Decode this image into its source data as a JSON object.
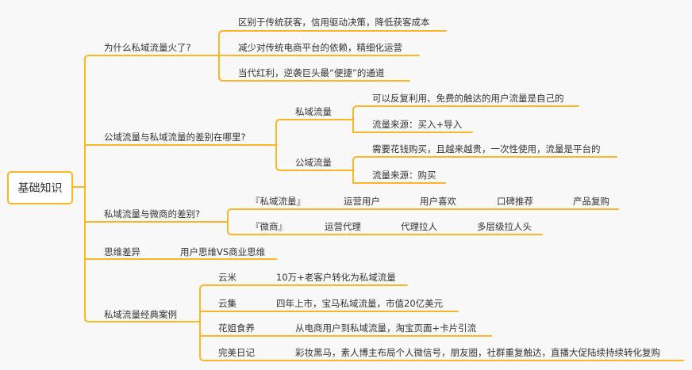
{
  "root": "基础知识",
  "branches": {
    "why": {
      "label": "为什么私域流量火了?",
      "items": [
        "区别于传统获客，信用驱动决策，降低获客成本",
        "减少对传统电商平台的依赖，精细化运营",
        "当代红利，逆袭巨头最“便捷”的通道"
      ]
    },
    "diff": {
      "label": "公域流量与私域流量的差别在哪里?",
      "private": {
        "label": "私域流量",
        "items": [
          "可以反复利用、免费的触达的用户流量是自己的",
          "流量来源：买入+导入"
        ]
      },
      "public": {
        "label": "公域流量",
        "items": [
          "需要花钱购买，且越来越贵，一次性使用，流量是平台的",
          "流量来源：购买"
        ]
      }
    },
    "wechat": {
      "label": "私域流量与微商的差别?",
      "row1": [
        "『私域流量』",
        "运营用户",
        "用户喜欢",
        "口碑推荐",
        "产品复购"
      ],
      "row2": [
        "『微商』",
        "运营代理",
        "代理拉人",
        "多层级拉人头"
      ]
    },
    "thinking": {
      "label": "思维差异",
      "value": "用户思维VS商业思维"
    },
    "cases": {
      "label": "私域流量经典案例",
      "items": [
        {
          "name": "云米",
          "desc": "10万+老客户转化为私域流量"
        },
        {
          "name": "云集",
          "desc": "四年上市，宝马私域流量，市值20亿美元"
        },
        {
          "name": "花姐食养",
          "desc": "从电商用户到私域流量，淘宝页面+卡片引流"
        },
        {
          "name": "完美日记",
          "desc": "彩妆黑马，素人博主布局个人微信号，朋友圈，社群重复触达，直播大促陆续持续转化复购"
        }
      ]
    }
  },
  "colors": {
    "line": "#fbb624",
    "background": "#f8f8f8",
    "text": "#333333"
  }
}
